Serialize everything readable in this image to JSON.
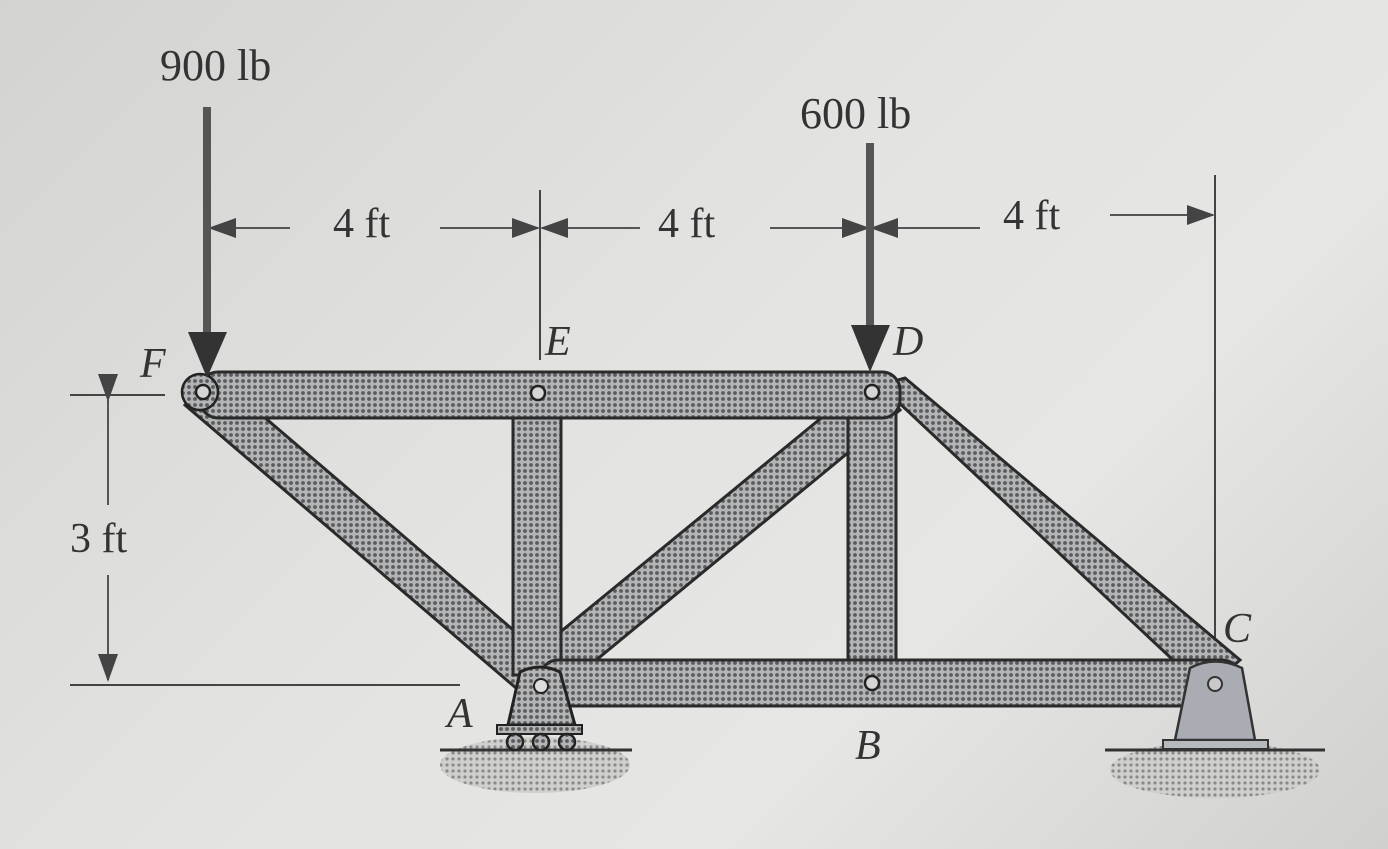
{
  "diagram": {
    "type": "truss",
    "loads": [
      {
        "node": "F",
        "label": "900 lb",
        "direction": "down"
      },
      {
        "node": "D",
        "label": "600 lb",
        "direction": "down"
      }
    ],
    "dimensions": {
      "horizontal": [
        "4 ft",
        "4 ft",
        "4 ft"
      ],
      "vertical": "3 ft"
    },
    "nodes": [
      {
        "id": "F",
        "label": "F"
      },
      {
        "id": "E",
        "label": "E"
      },
      {
        "id": "D",
        "label": "D"
      },
      {
        "id": "A",
        "label": "A"
      },
      {
        "id": "B",
        "label": "B"
      },
      {
        "id": "C",
        "label": "C"
      }
    ],
    "members": [
      "FE",
      "ED",
      "FA",
      "EA",
      "AD",
      "DB",
      "DC",
      "AB",
      "BC"
    ],
    "supports": [
      {
        "node": "A",
        "type": "roller"
      },
      {
        "node": "C",
        "type": "pin"
      }
    ],
    "colors": {
      "background": "#e0e0de",
      "member_fill": "#8f9091",
      "member_outline": "#2a2a2a",
      "support_fill": "#a9adb3",
      "text": "#333333"
    }
  }
}
